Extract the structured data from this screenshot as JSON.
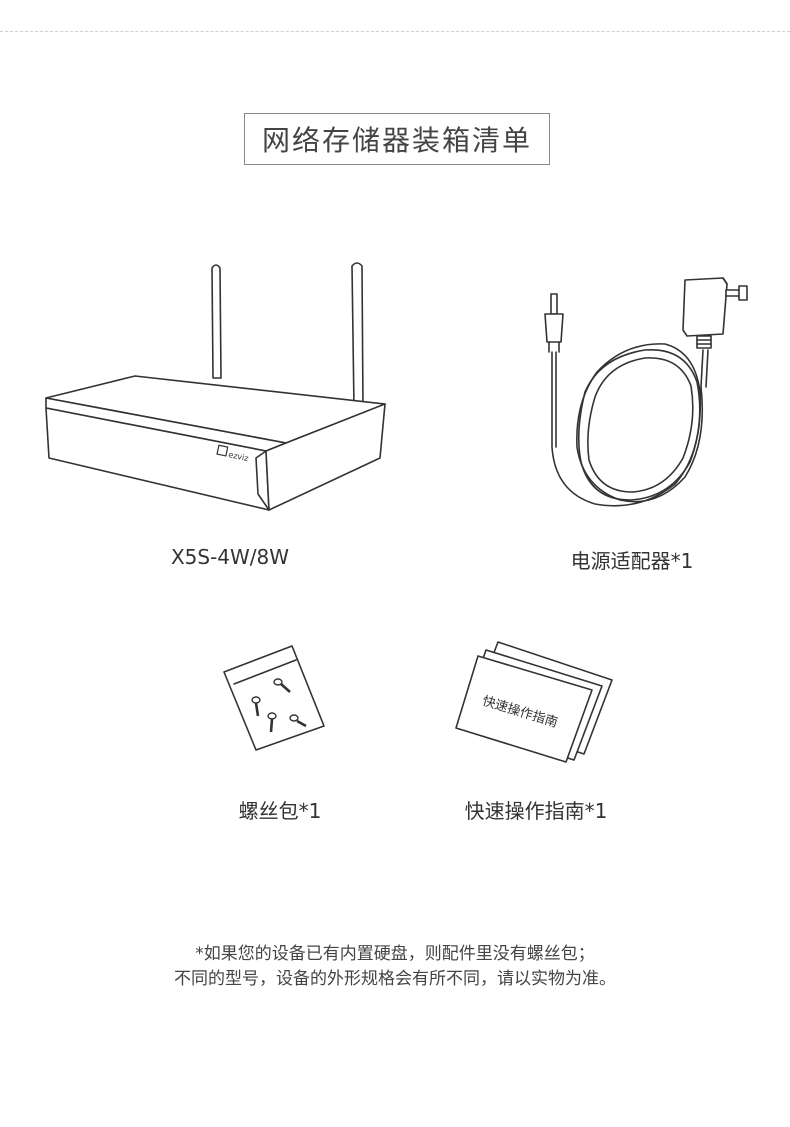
{
  "title": "网络存储器装箱清单",
  "items": [
    {
      "caption": "X5S-4W/8W",
      "icon": "nvr-device-icon"
    },
    {
      "caption": "电源适配器*1",
      "icon": "power-adapter-icon"
    },
    {
      "caption": "螺丝包*1",
      "icon": "screw-bag-icon"
    },
    {
      "caption": "快速操作指南*1",
      "icon": "quick-guide-icon"
    }
  ],
  "device_brand": "ezviz",
  "guide_cover_text": "快速操作指南",
  "notes": [
    "*如果您的设备已有内置硬盘，则配件里没有螺丝包；",
    "不同的型号，设备的外形规格会有所不同，请以实物为准。"
  ]
}
